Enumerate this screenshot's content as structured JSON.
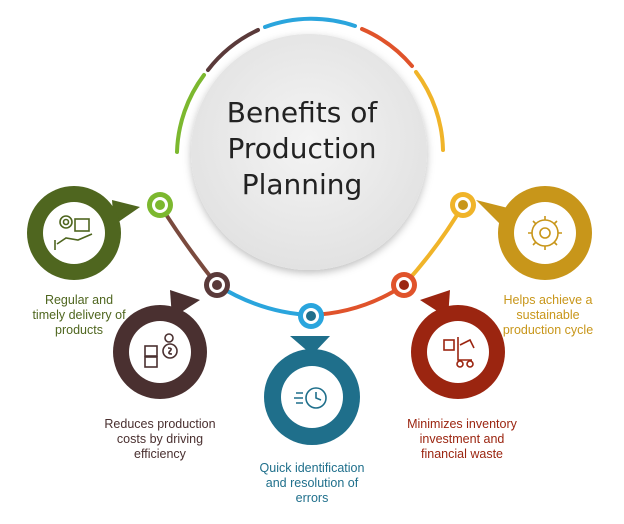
{
  "title": {
    "line1": "Benefits of",
    "line2": "Production",
    "line3": "Planning"
  },
  "benefits": [
    {
      "lines": [
        "Regular and",
        "timely delivery of",
        "products"
      ],
      "color": "#4f661f",
      "icon": "hand-with-gear-and-box-icon"
    },
    {
      "lines": [
        "Reduces production",
        "costs by driving",
        "efficiency"
      ],
      "color": "#4a3030",
      "icon": "boxes-with-dollar-coin-icon"
    },
    {
      "lines": [
        "Quick identification",
        "and resolution of",
        "errors"
      ],
      "color": "#1f6f8b",
      "icon": "fast-clock-icon"
    },
    {
      "lines": [
        "Minimizes inventory",
        "investment and",
        "financial waste"
      ],
      "color": "#9b2510",
      "icon": "hand-truck-with-boxes-icon"
    },
    {
      "lines": [
        "Helps achieve a",
        "sustainable",
        "production cycle"
      ],
      "color": "#c8961a",
      "icon": "cycle-gear-icon"
    }
  ],
  "colors": {
    "green": "#7cb82f",
    "brown": "#5a3a3a",
    "blue": "#2aa5dd",
    "red": "#e0532b",
    "yellow": "#f0b429",
    "center_circle": "#ebebeb"
  }
}
